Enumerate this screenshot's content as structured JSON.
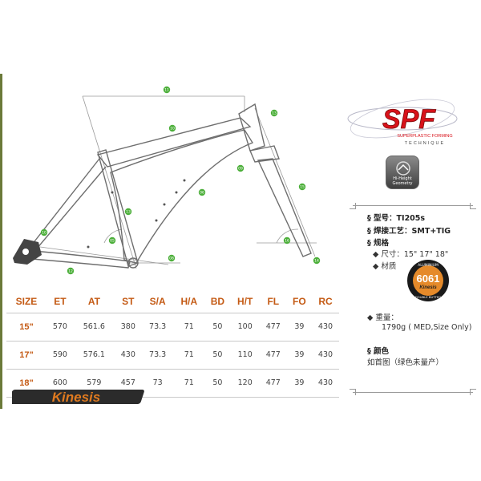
{
  "dimension_markers": [
    "11",
    "13",
    "10",
    "15",
    "13",
    "16",
    "08",
    "14",
    "12",
    "05",
    "06",
    "09",
    "10"
  ],
  "table": {
    "headers": [
      "SIZE",
      "ET",
      "AT",
      "ST",
      "S/A",
      "H/A",
      "BD",
      "H/T",
      "FL",
      "FO",
      "RC"
    ],
    "rows": [
      [
        "15\"",
        "570",
        "561.6",
        "380",
        "73.3",
        "71",
        "50",
        "100",
        "477",
        "39",
        "430"
      ],
      [
        "17\"",
        "590",
        "576.1",
        "430",
        "73.3",
        "71",
        "50",
        "110",
        "477",
        "39",
        "430"
      ],
      [
        "18\"",
        "600",
        "579",
        "457",
        "73",
        "71",
        "50",
        "120",
        "477",
        "39",
        "430"
      ]
    ]
  },
  "brand": {
    "kinesis": "Kinesis",
    "spf": "SPF",
    "spf_sub1": "SUPERPLASTIC FORMING",
    "spf_sub2": "TECHNIQUE",
    "hh_badge": "Hi-Height Geometry",
    "badge_top": "ALUMINIUM",
    "badge_num": "6061",
    "badge_name": "Kinesis",
    "badge_bottom": "DOUBLE BUTTED"
  },
  "specs": {
    "model": "§ 型号：TI205s",
    "weld": "§ 焊接工艺：SMT+TIG",
    "spec_title": "§ 规格",
    "size_label": "◆ 尺寸：15\" 17\" 18\"",
    "material_label": "◆ 材质",
    "weight_label": "◆  重量：",
    "weight_value": "1790g ( MED,Size Only)",
    "color_title": "§ 颜色",
    "color_value": "如首图（绿色未量产）"
  },
  "colors": {
    "accent": "#c45a14",
    "marker_green": "#4caf3a",
    "spf_red": "#d8121a",
    "frame_gray": "#8a8a8a"
  }
}
